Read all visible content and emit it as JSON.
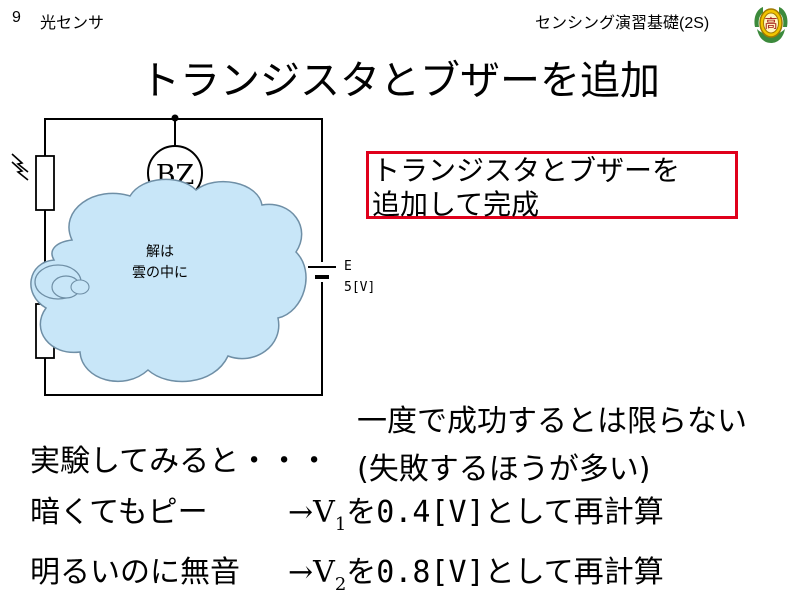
{
  "header": {
    "slide_number": "9",
    "section": "光センサ",
    "course": "センシング演習基礎(2S)",
    "logo_text": "高"
  },
  "title": "トランジスタとブザーを追加",
  "circuit": {
    "buzzer_label": "BZ",
    "battery_name": "E",
    "battery_voltage": "5[V]",
    "cloud_line1": "解は",
    "cloud_line2": "雲の中に",
    "colors": {
      "cloud_fill": "#c8e6f8",
      "cloud_stroke": "#6f8fa6",
      "wire": "#000000"
    }
  },
  "callout": {
    "line1": "トランジスタとブザーを",
    "line2": "追加して完成",
    "border_color": "#e0001b"
  },
  "notes": {
    "line_a": "一度で成功するとは限らない",
    "intro": "実験してみると・・・",
    "line_b": "(失敗するほうが多い)",
    "case1_label": "暗くてもピー",
    "case1_arrow": "→V",
    "case1_sub": "1",
    "case1_text_a": "を",
    "case1_value": "0.4[V]",
    "case1_text_b": "として再計算",
    "case2_label": "明るいのに無音",
    "case2_arrow": "→V",
    "case2_sub": "2",
    "case2_text_a": "を",
    "case2_value": "0.8[V]",
    "case2_text_b": "として再計算"
  }
}
